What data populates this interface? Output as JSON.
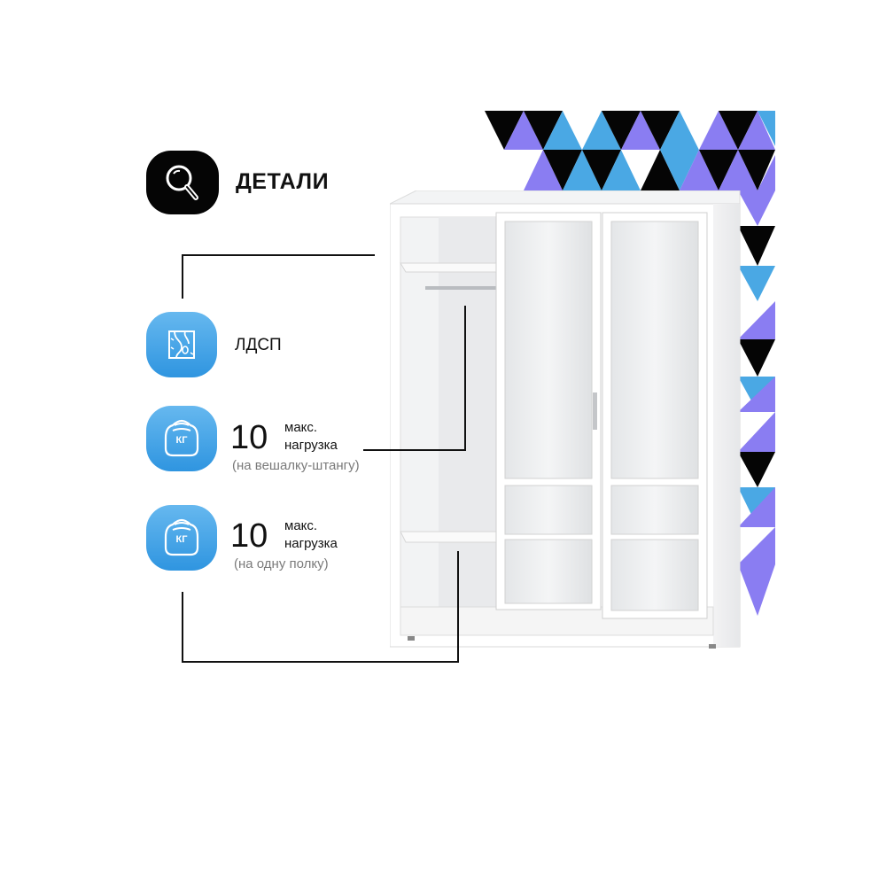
{
  "header": {
    "title": "ДЕТАЛИ",
    "icon": "magnifier-icon"
  },
  "features": [
    {
      "icon": "wood-board-icon",
      "label": "ЛДСП"
    },
    {
      "icon": "weight-kg-icon",
      "icon_text": "КГ",
      "value": "10",
      "line1": "макс.",
      "line2": "нагрузка",
      "note": "(на вешалку-штангу)"
    },
    {
      "icon": "weight-kg-icon",
      "icon_text": "КГ",
      "value": "10",
      "line1": "макс.",
      "line2": "нагрузка",
      "note": "(на одну полку)"
    }
  ],
  "colors": {
    "accent_blue": "#3d9fe6",
    "black": "#050505",
    "purple": "#8a7df2",
    "sky": "#4aa8e4"
  }
}
